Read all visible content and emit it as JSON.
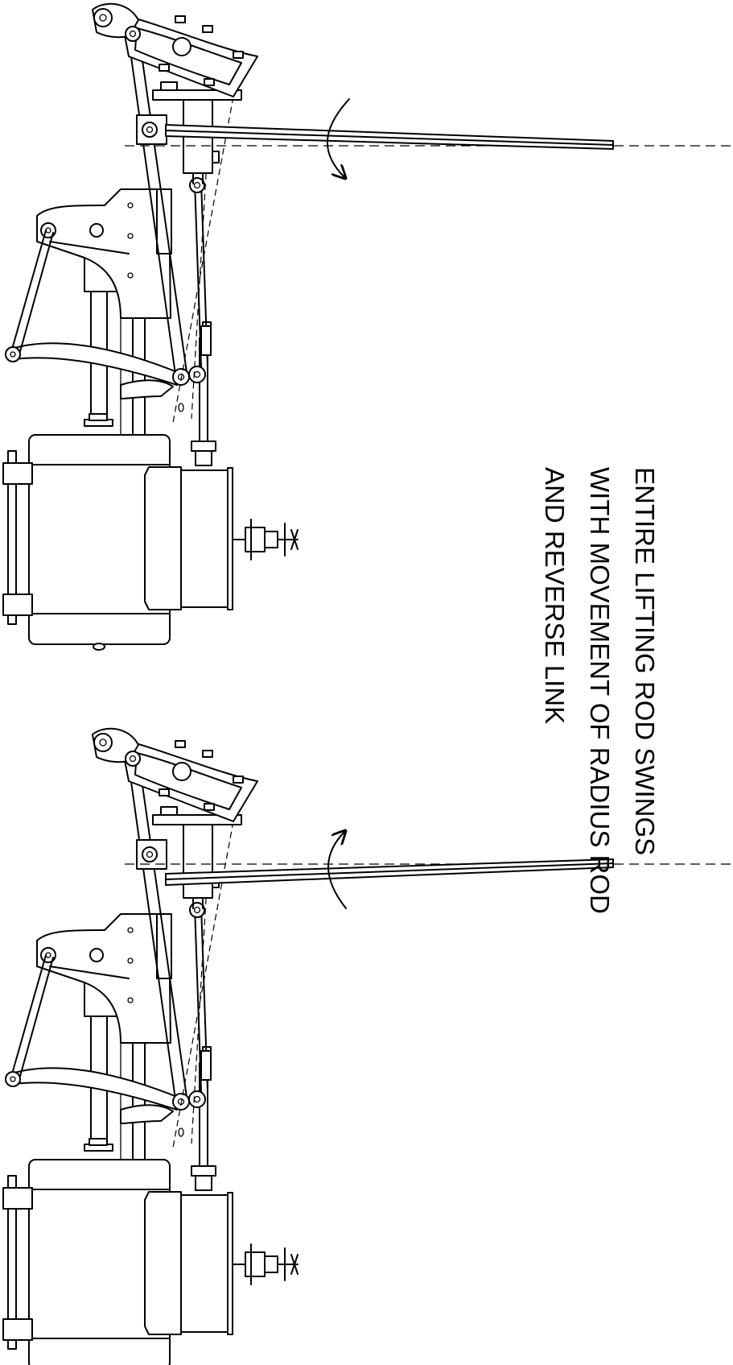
{
  "annotation": {
    "lines": [
      "ENTIRE LIFTING ROD SWINGS",
      "WITH MOVEMENT OF RADIUS ROD",
      "AND REVERSE LINK"
    ]
  },
  "views": [
    {
      "name": "upper-view",
      "swing_direction": "clockwise"
    },
    {
      "name": "lower-view",
      "swing_direction": "counter-clockwise"
    }
  ]
}
